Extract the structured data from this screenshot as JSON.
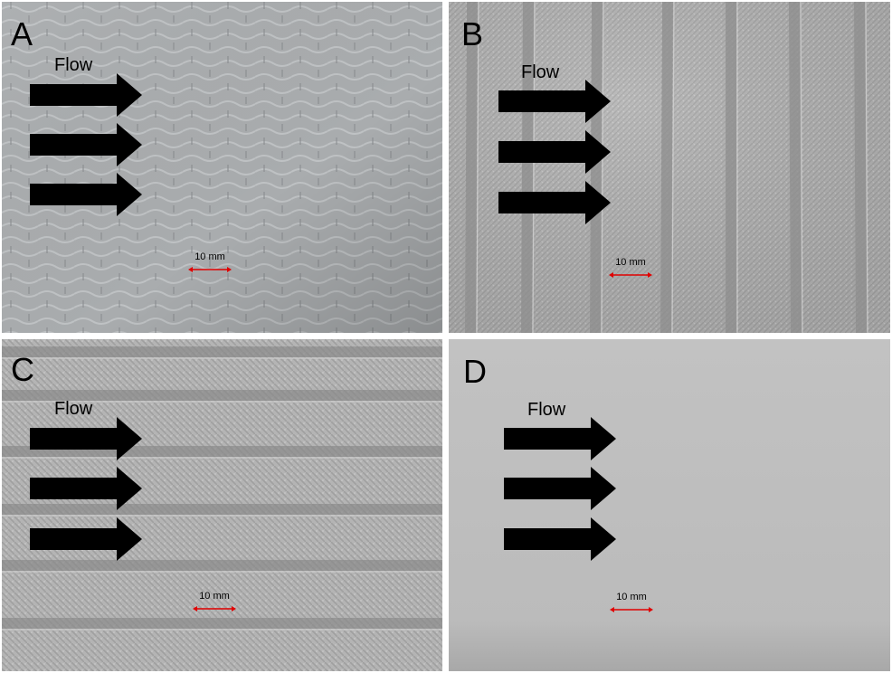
{
  "panels": [
    {
      "letter": "A",
      "flow_label": "Flow",
      "scale_label": "10 mm"
    },
    {
      "letter": "B",
      "flow_label": "Flow",
      "scale_label": "10 mm"
    },
    {
      "letter": "C",
      "flow_label": "Flow",
      "scale_label": "10 mm"
    },
    {
      "letter": "D",
      "flow_label": "Flow",
      "scale_label": "10 mm"
    }
  ],
  "colors": {
    "arrow": "#000000",
    "scale_bar": "#e00000",
    "background": "#ffffff"
  },
  "icons": {
    "flow_arrow": "right-arrow-icon",
    "scale_bar": "double-headed-arrow-icon"
  }
}
